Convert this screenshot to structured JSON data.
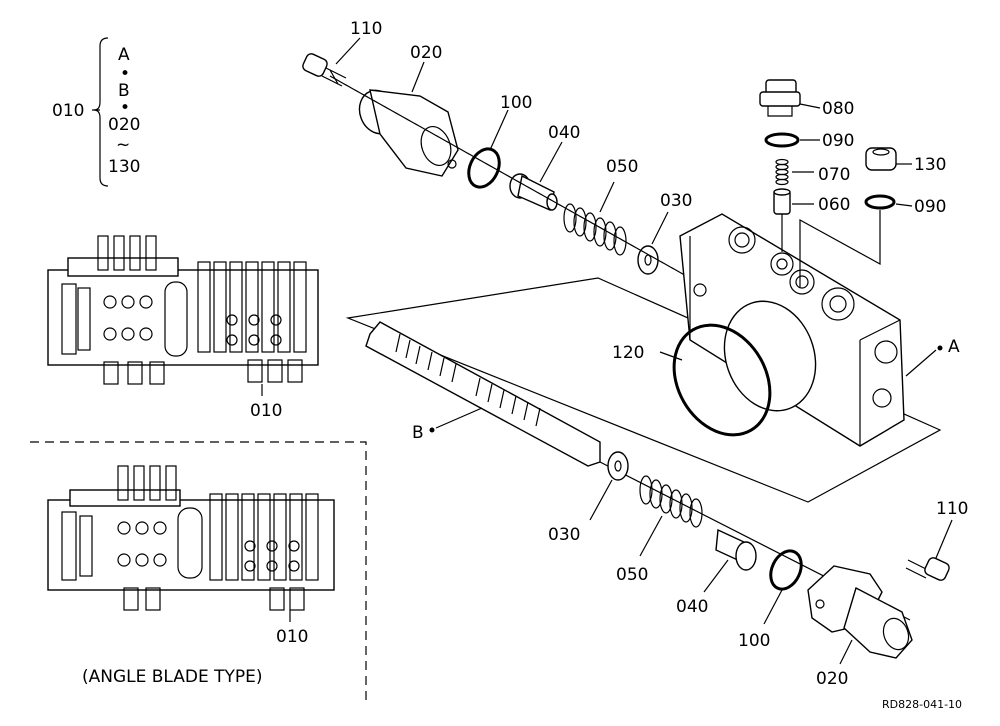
{
  "legend": {
    "main": "010",
    "items": [
      "A",
      "B",
      "020",
      "~",
      "130"
    ],
    "bullets": [
      "•",
      "•"
    ]
  },
  "callouts": {
    "p110_top": "110",
    "p020_top": "020",
    "p100_top": "100",
    "p040_top": "040",
    "p050_top": "050",
    "p030_top": "030",
    "p080": "080",
    "p090_a": "090",
    "p070": "070",
    "p060": "060",
    "p130": "130",
    "p090_b": "090",
    "p120": "120",
    "refA": "A",
    "refB": "B",
    "p030_bot": "030",
    "p050_bot": "050",
    "p040_bot": "040",
    "p100_bot": "100",
    "p020_bot": "020",
    "p110_bot": "110",
    "assy1": "010",
    "assy2": "010"
  },
  "caption": "(ANGLE BLADE TYPE)",
  "drawing_code": "RD828-041-10"
}
